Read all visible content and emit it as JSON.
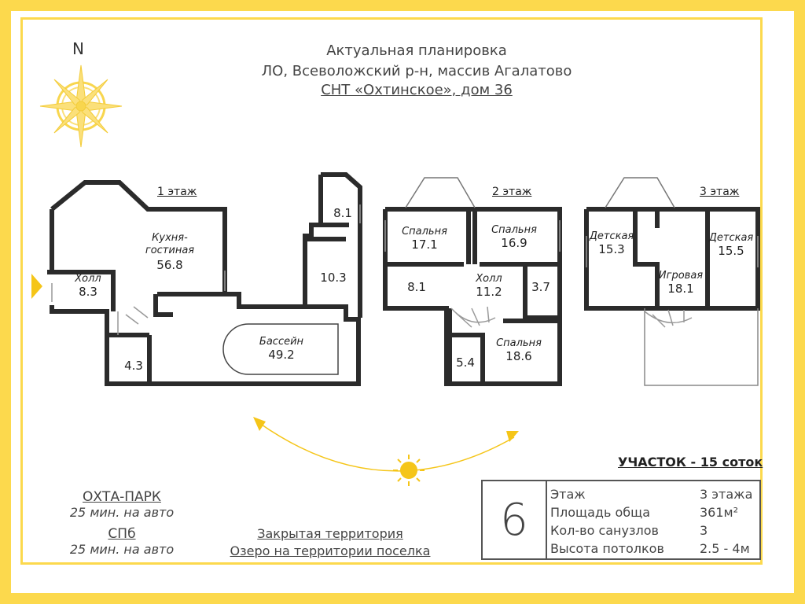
{
  "header": {
    "line1": "Актуальная планировка",
    "line2": "ЛО, Всеволожский р-н, массив Агалатово",
    "line3": "СНТ «Охтинское», дом 36"
  },
  "compass": {
    "label": "N"
  },
  "floors": {
    "f1": {
      "label": "1 этаж",
      "rooms": {
        "kitchen_name": "Кухня-\nгостиная",
        "kitchen_name_a": "Кухня-",
        "kitchen_name_b": "гостиная",
        "kitchen_area": "56.8",
        "hall_name": "Холл",
        "hall_area": "8.3",
        "small_area": "4.3",
        "pool_name": "Бассейн",
        "pool_area": "49.2",
        "r81_area": "8.1",
        "r103_area": "10.3"
      }
    },
    "f2": {
      "label": "2 этаж",
      "rooms": {
        "bed1_name": "Спальня",
        "bed1_area": "17.1",
        "bed2_name": "Спальня",
        "bed2_area": "16.9",
        "r81_area": "8.1",
        "hall_name": "Холл",
        "hall_area": "11.2",
        "r37_area": "3.7",
        "r54_area": "5.4",
        "bed3_name": "Спальня",
        "bed3_area": "18.6"
      }
    },
    "f3": {
      "label": "3 этаж",
      "rooms": {
        "kid1_name": "Детская",
        "kid1_area": "15.3",
        "kid2_name": "Детская",
        "kid2_area": "15.5",
        "play_name": "Игровая",
        "play_area": "18.1"
      }
    }
  },
  "left_info": {
    "place1": "ОХТА-ПАРК",
    "time1": "25 мин. на авто",
    "place2": "СПб",
    "time2": "25 мин. на авто"
  },
  "center_info": {
    "line1": "Закрытая территория",
    "line2": "Озеро на территории поселка"
  },
  "plot": {
    "title": "УЧАСТОК - 15 соток"
  },
  "spec": {
    "number": "6",
    "rows": [
      {
        "k": "Этаж",
        "v": "3 этажа"
      },
      {
        "k": "Площадь обща",
        "v": "361м²"
      },
      {
        "k": "Кол-во санузлов",
        "v": "3"
      },
      {
        "k": "Высота потолков",
        "v": "2.5 - 4м"
      }
    ]
  },
  "colors": {
    "frame": "#fcd94d",
    "sun": "#f5c518",
    "wall": "#2b2b2b"
  }
}
